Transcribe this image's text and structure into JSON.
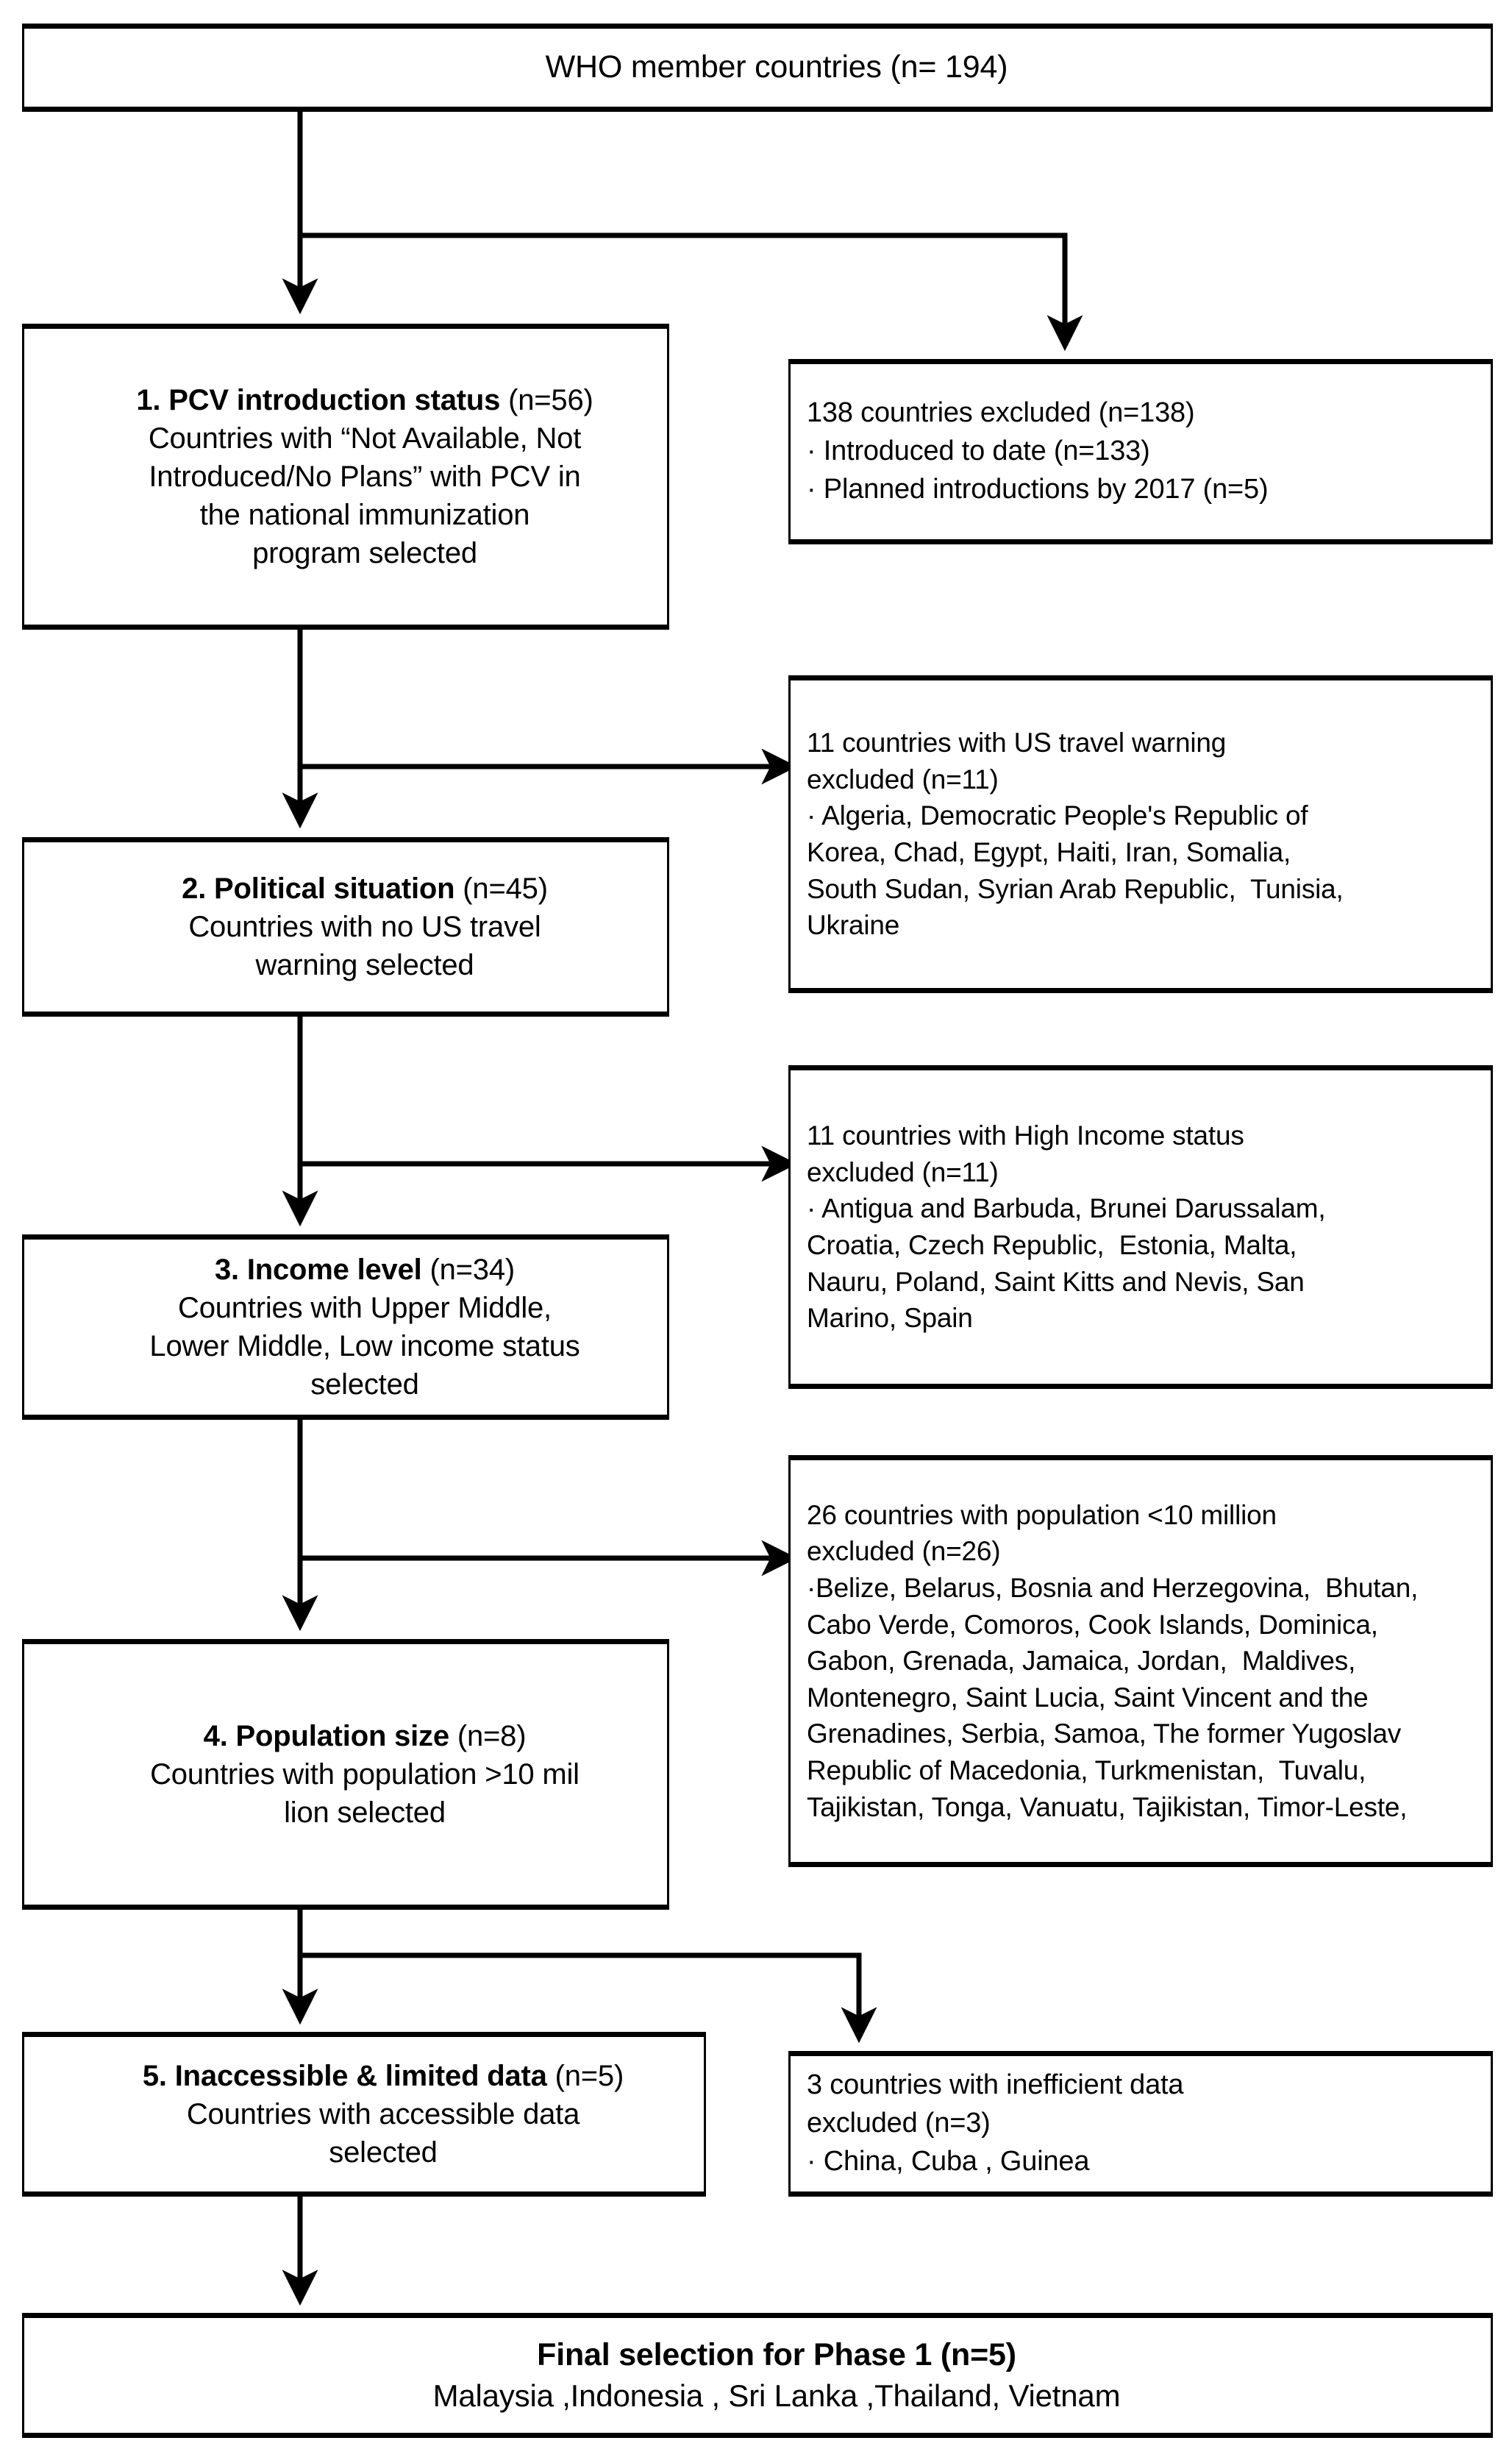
{
  "figure": {
    "type": "flowchart",
    "orientation": "top-to-bottom",
    "description": "Country selection flow diagram for PCV study Phase 1"
  },
  "nodes": {
    "source": {
      "label": "WHO member countries (n= 194)"
    },
    "step1": {
      "heading": "1. PCV introduction status",
      "count": " (n=56)",
      "body_line1": "Countries with “Not Available, Not",
      "body_line2": "Introduced/No Plans” with PCV in",
      "body_line3": "the national immunization",
      "body_line4": "program selected"
    },
    "step2": {
      "heading": "2. Political situation",
      "count": " (n=45)",
      "body_line1": "Countries with no US travel",
      "body_line2": "warning selected"
    },
    "step3": {
      "heading": "3. Income level",
      "count": " (n=34)",
      "body_line1": "Countries with Upper Middle,",
      "body_line2": "Lower Middle, Low income status",
      "body_line3": "selected"
    },
    "step4": {
      "heading": "4. Population size",
      "count": " (n=8)",
      "body_line1": "Countries with population >10 mil",
      "body_line2": "lion selected"
    },
    "step5": {
      "heading": "5. Inaccessible & limited data",
      "count": " (n=5)",
      "body_line1": "Countries with accessible data",
      "body_line2": "selected"
    },
    "final": {
      "heading": "Final selection for Phase 1 (n=5)",
      "body_line1": "Malaysia ,Indonesia , Sri Lanka ,Thailand, Vietnam"
    }
  },
  "exclusions": {
    "excl1": {
      "line1": "138 countries excluded (n=138)",
      "line2": "· Introduced to date (n=133)",
      "line3": "· Planned introductions by 2017 (n=5)"
    },
    "excl2": {
      "line1": "11 countries with US travel warning",
      "line2": "excluded (n=11)",
      "list1": "· Algeria, Democratic People's Republic of",
      "list2": "Korea, Chad, Egypt, Haiti, Iran, Somalia,",
      "list3": "South Sudan, Syrian Arab Republic,  Tunisia,",
      "list4": "Ukraine"
    },
    "excl3": {
      "line1": "11 countries with High Income status",
      "line2": "excluded (n=11)",
      "list1": "· Antigua and Barbuda, Brunei Darussalam,",
      "list2": "Croatia, Czech Republic,  Estonia, Malta,",
      "list3": "Nauru, Poland, Saint Kitts and Nevis, San",
      "list4": "Marino, Spain"
    },
    "excl4": {
      "line1": "26 countries with population <10 million",
      "line2": "excluded (n=26)",
      "list1": "·Belize, Belarus, Bosnia and Herzegovina,  Bhutan,",
      "list2": "Cabo Verde, Comoros, Cook Islands, Dominica,",
      "list3": "Gabon, Grenada, Jamaica, Jordan,  Maldives,",
      "list4": "Montenegro, Saint Lucia, Saint Vincent and the",
      "list5": "Grenadines, Serbia, Samoa, The former Yugoslav",
      "list6": "Republic of Macedonia, Turkmenistan,  Tuvalu,",
      "list7": "Tajikistan, Tonga, Vanuatu, Tajikistan, Timor-Leste,"
    },
    "excl5": {
      "line1": "3 countries with inefficient data",
      "line2": "excluded (n=3)",
      "list1": "· China, Cuba , Guinea"
    }
  },
  "colors": {
    "stroke": "#000000",
    "background": "#ffffff",
    "text": "#000000"
  }
}
